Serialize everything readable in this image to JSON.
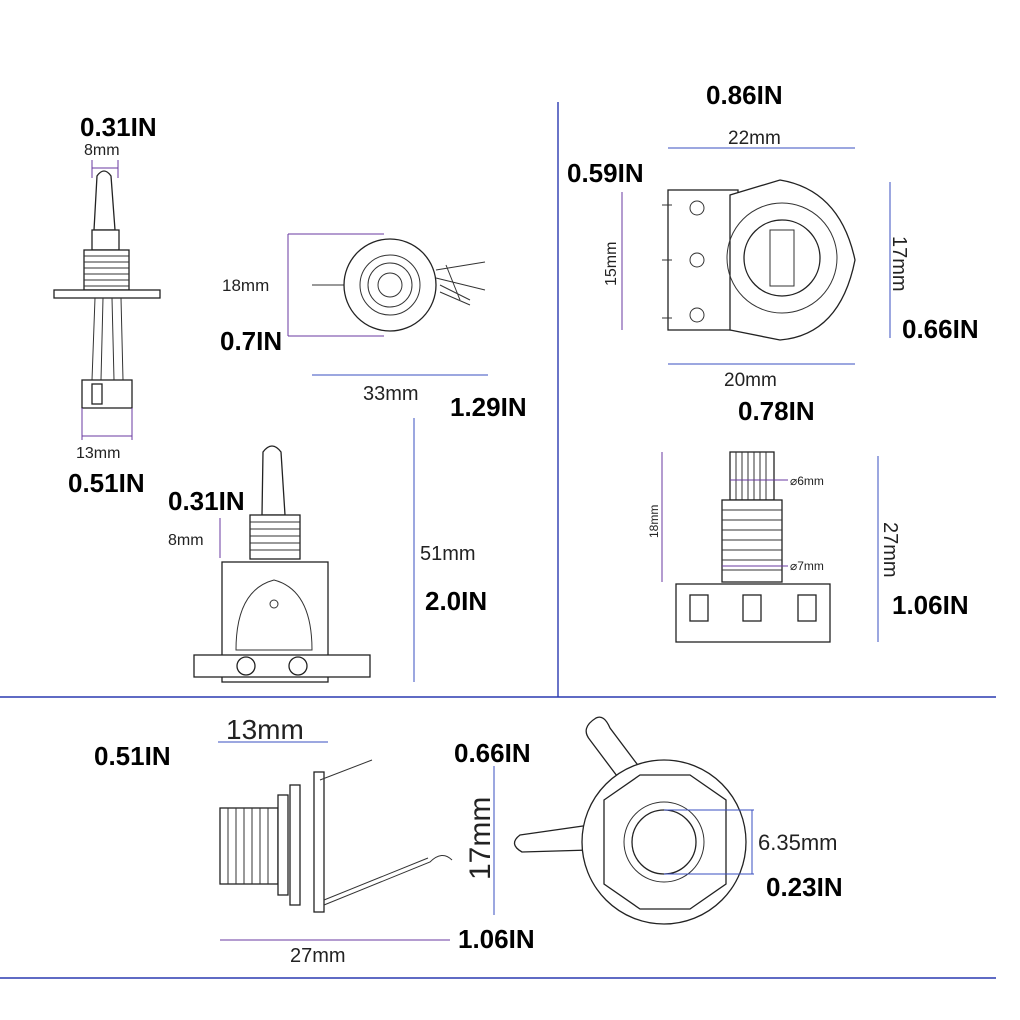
{
  "toggle_top": {
    "width_in": "0.31IN",
    "width_mm": "8mm",
    "base_mm": "13mm",
    "base_in": "0.51IN"
  },
  "toggle_side": {
    "height_mm": "18mm",
    "height_in": "0.7IN",
    "length_mm": "33mm",
    "length_in": "1.29IN"
  },
  "toggle_front": {
    "bushing_in": "0.31IN",
    "bushing_mm": "8mm",
    "height_mm": "51mm",
    "height_in": "2.0IN"
  },
  "pot_front": {
    "width_in": "0.86IN",
    "width_mm": "22mm",
    "lug_in": "0.59IN",
    "lug_mm": "15mm",
    "height_mm": "17mm",
    "height_in": "0.66IN",
    "body_mm": "20mm",
    "body_in": "0.78IN"
  },
  "pot_side": {
    "shaft_mm": "18mm",
    "shaft_dia": "⌀6mm",
    "thread_dia": "⌀7mm",
    "height_mm": "27mm",
    "height_in": "1.06IN"
  },
  "jack_side": {
    "thread_mm": "13mm",
    "thread_in": "0.51IN",
    "height_in": "0.66IN",
    "height_mm": "17mm",
    "length_mm": "27mm",
    "length_in": "1.06IN"
  },
  "jack_front": {
    "hole_mm": "6.35mm",
    "hole_in": "0.23IN"
  }
}
